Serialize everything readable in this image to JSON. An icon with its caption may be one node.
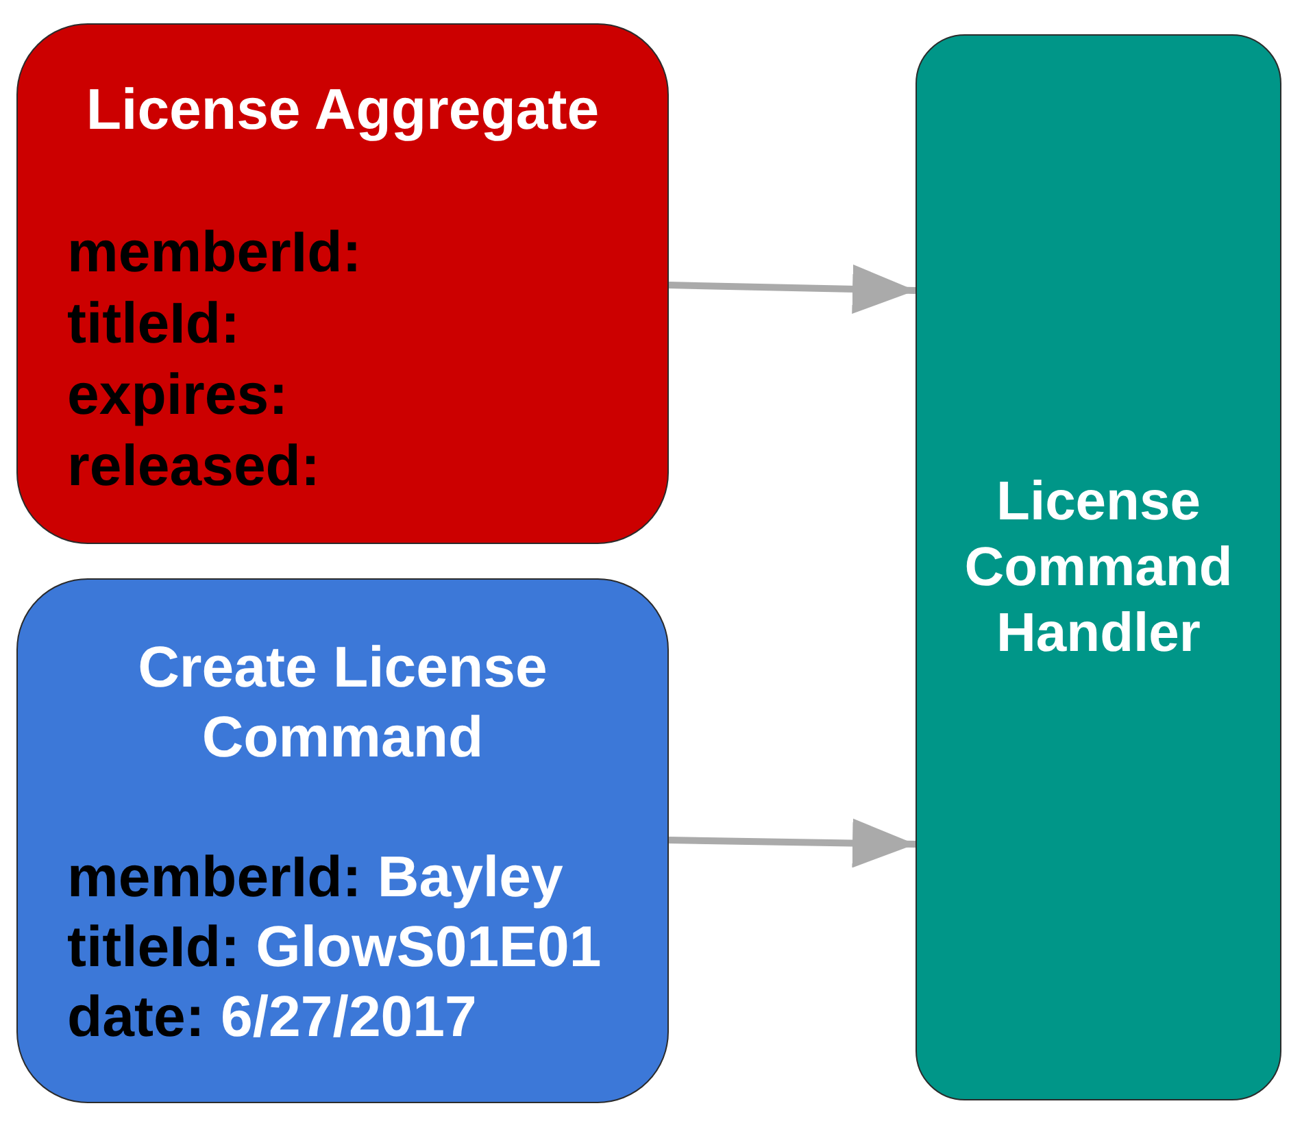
{
  "diagram": {
    "nodes": [
      {
        "text": [
          "License Aggregate",
          "memberId:",
          "titleId:",
          "expires:",
          "released:"
        ]
      },
      {
        "text": [
          "Create License Command",
          "memberId: Bayley",
          "titleId: GlowS01E01",
          "date: 6/27/2017"
        ]
      },
      {
        "text": [
          "License Command Handler"
        ]
      }
    ],
    "edges": [
      {
        "from": 0,
        "to": 2,
        "arrow": "to"
      },
      {
        "from": 1,
        "to": 2,
        "arrow": "to"
      }
    ]
  }
}
